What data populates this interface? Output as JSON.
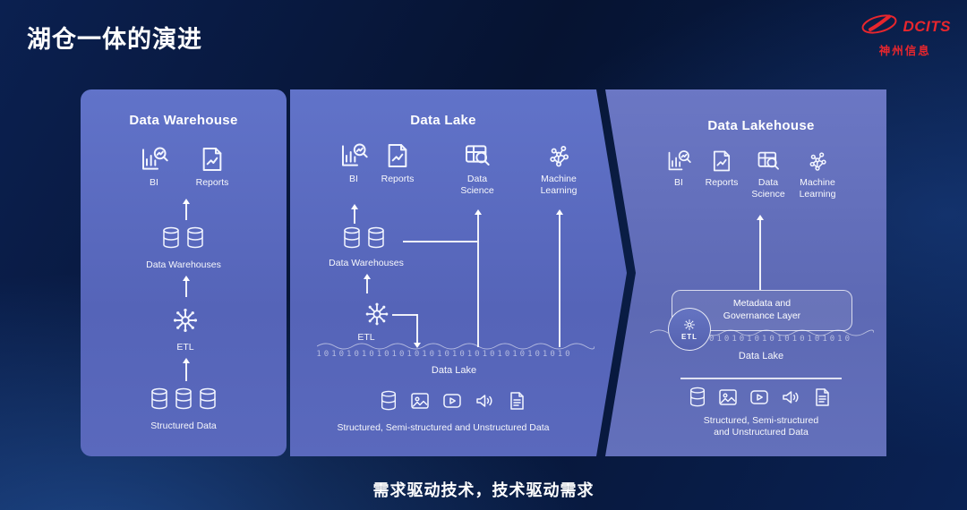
{
  "page": {
    "title": "湖仓一体的演进",
    "footer": "需求驱动技术，技术驱动需求"
  },
  "logo": {
    "brand": "DCITS",
    "company": "神州信息"
  },
  "colors": {
    "background_navy": "#061331",
    "panel_blue": "#5b6cc2",
    "logo_red": "#e8262d",
    "text_white": "#ffffff"
  },
  "diagram": {
    "panels": [
      {
        "title": "Data Warehouse",
        "consumers": [
          {
            "label": "BI",
            "icon": "bi-chart-icon"
          },
          {
            "label": "Reports",
            "icon": "report-icon"
          }
        ],
        "warehouse_label": "Data Warehouses",
        "etl_label": "ETL",
        "source_label": "Structured Data"
      },
      {
        "title": "Data Lake",
        "consumers": [
          {
            "label": "BI",
            "icon": "bi-chart-icon"
          },
          {
            "label": "Reports",
            "icon": "report-icon"
          },
          {
            "label": "Data\nScience",
            "icon": "data-science-icon"
          },
          {
            "label": "Machine\nLearning",
            "icon": "machine-learning-icon"
          }
        ],
        "warehouse_label": "Data Warehouses",
        "etl_label": "ETL",
        "lake_label": "Data Lake",
        "binary_text": "1010101010101010101010101010101010",
        "source_label": "Structured, Semi-structured and Unstructured Data"
      },
      {
        "title": "Data Lakehouse",
        "consumers": [
          {
            "label": "BI",
            "icon": "bi-chart-icon"
          },
          {
            "label": "Reports",
            "icon": "report-icon"
          },
          {
            "label": "Data\nScience",
            "icon": "data-science-icon"
          },
          {
            "label": "Machine\nLearning",
            "icon": "machine-learning-icon"
          }
        ],
        "metadata_label": "Metadata and\nGovernance Layer",
        "etl_badge": "ETL",
        "lake_label": "Data Lake",
        "binary_text": "101010101010101010101010",
        "source_label": "Structured, Semi-structured\nand Unstructured Data"
      }
    ]
  }
}
